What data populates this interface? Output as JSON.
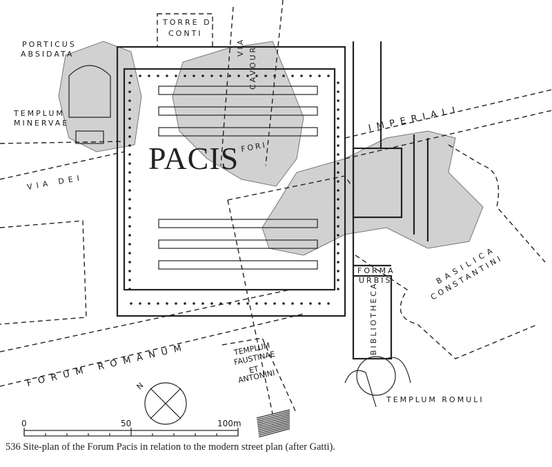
{
  "labels": {
    "porticus": "PORTICUS",
    "absidata": "ABSIDATA",
    "torre": "TORRE D.",
    "conti": "CONTI",
    "via_cavour_1": "VIA",
    "via_cavour_2": "CAVOUR",
    "templum_minervae_1": "TEMPLUM",
    "templum_minervae_2": "MINERVAE",
    "pacis": "PACIS",
    "fori": "FORI",
    "imperiali": "IMPERIALI",
    "via_dei": "VIA   DEI",
    "forma": "FORMA",
    "urbis": "URBIS",
    "basilica": "BASILICA",
    "constantini": "CONSTANTINI",
    "bibliotheca": "BIBLIOTHECA",
    "faustinae_1": "TEMPLUM",
    "faustinae_2": "FAUSTINAE",
    "faustinae_3": "ET",
    "faustinae_4": "ANTONINI",
    "forum_romanum": "FORUM  ROMANUM",
    "templum_romuli": "TEMPLUM   ROMULI",
    "north": "N"
  },
  "scale": {
    "start": "0",
    "mid": "50",
    "end": "100m"
  },
  "caption": "536 Site-plan of the Forum Pacis in relation to the modern street plan (after Gatti)."
}
